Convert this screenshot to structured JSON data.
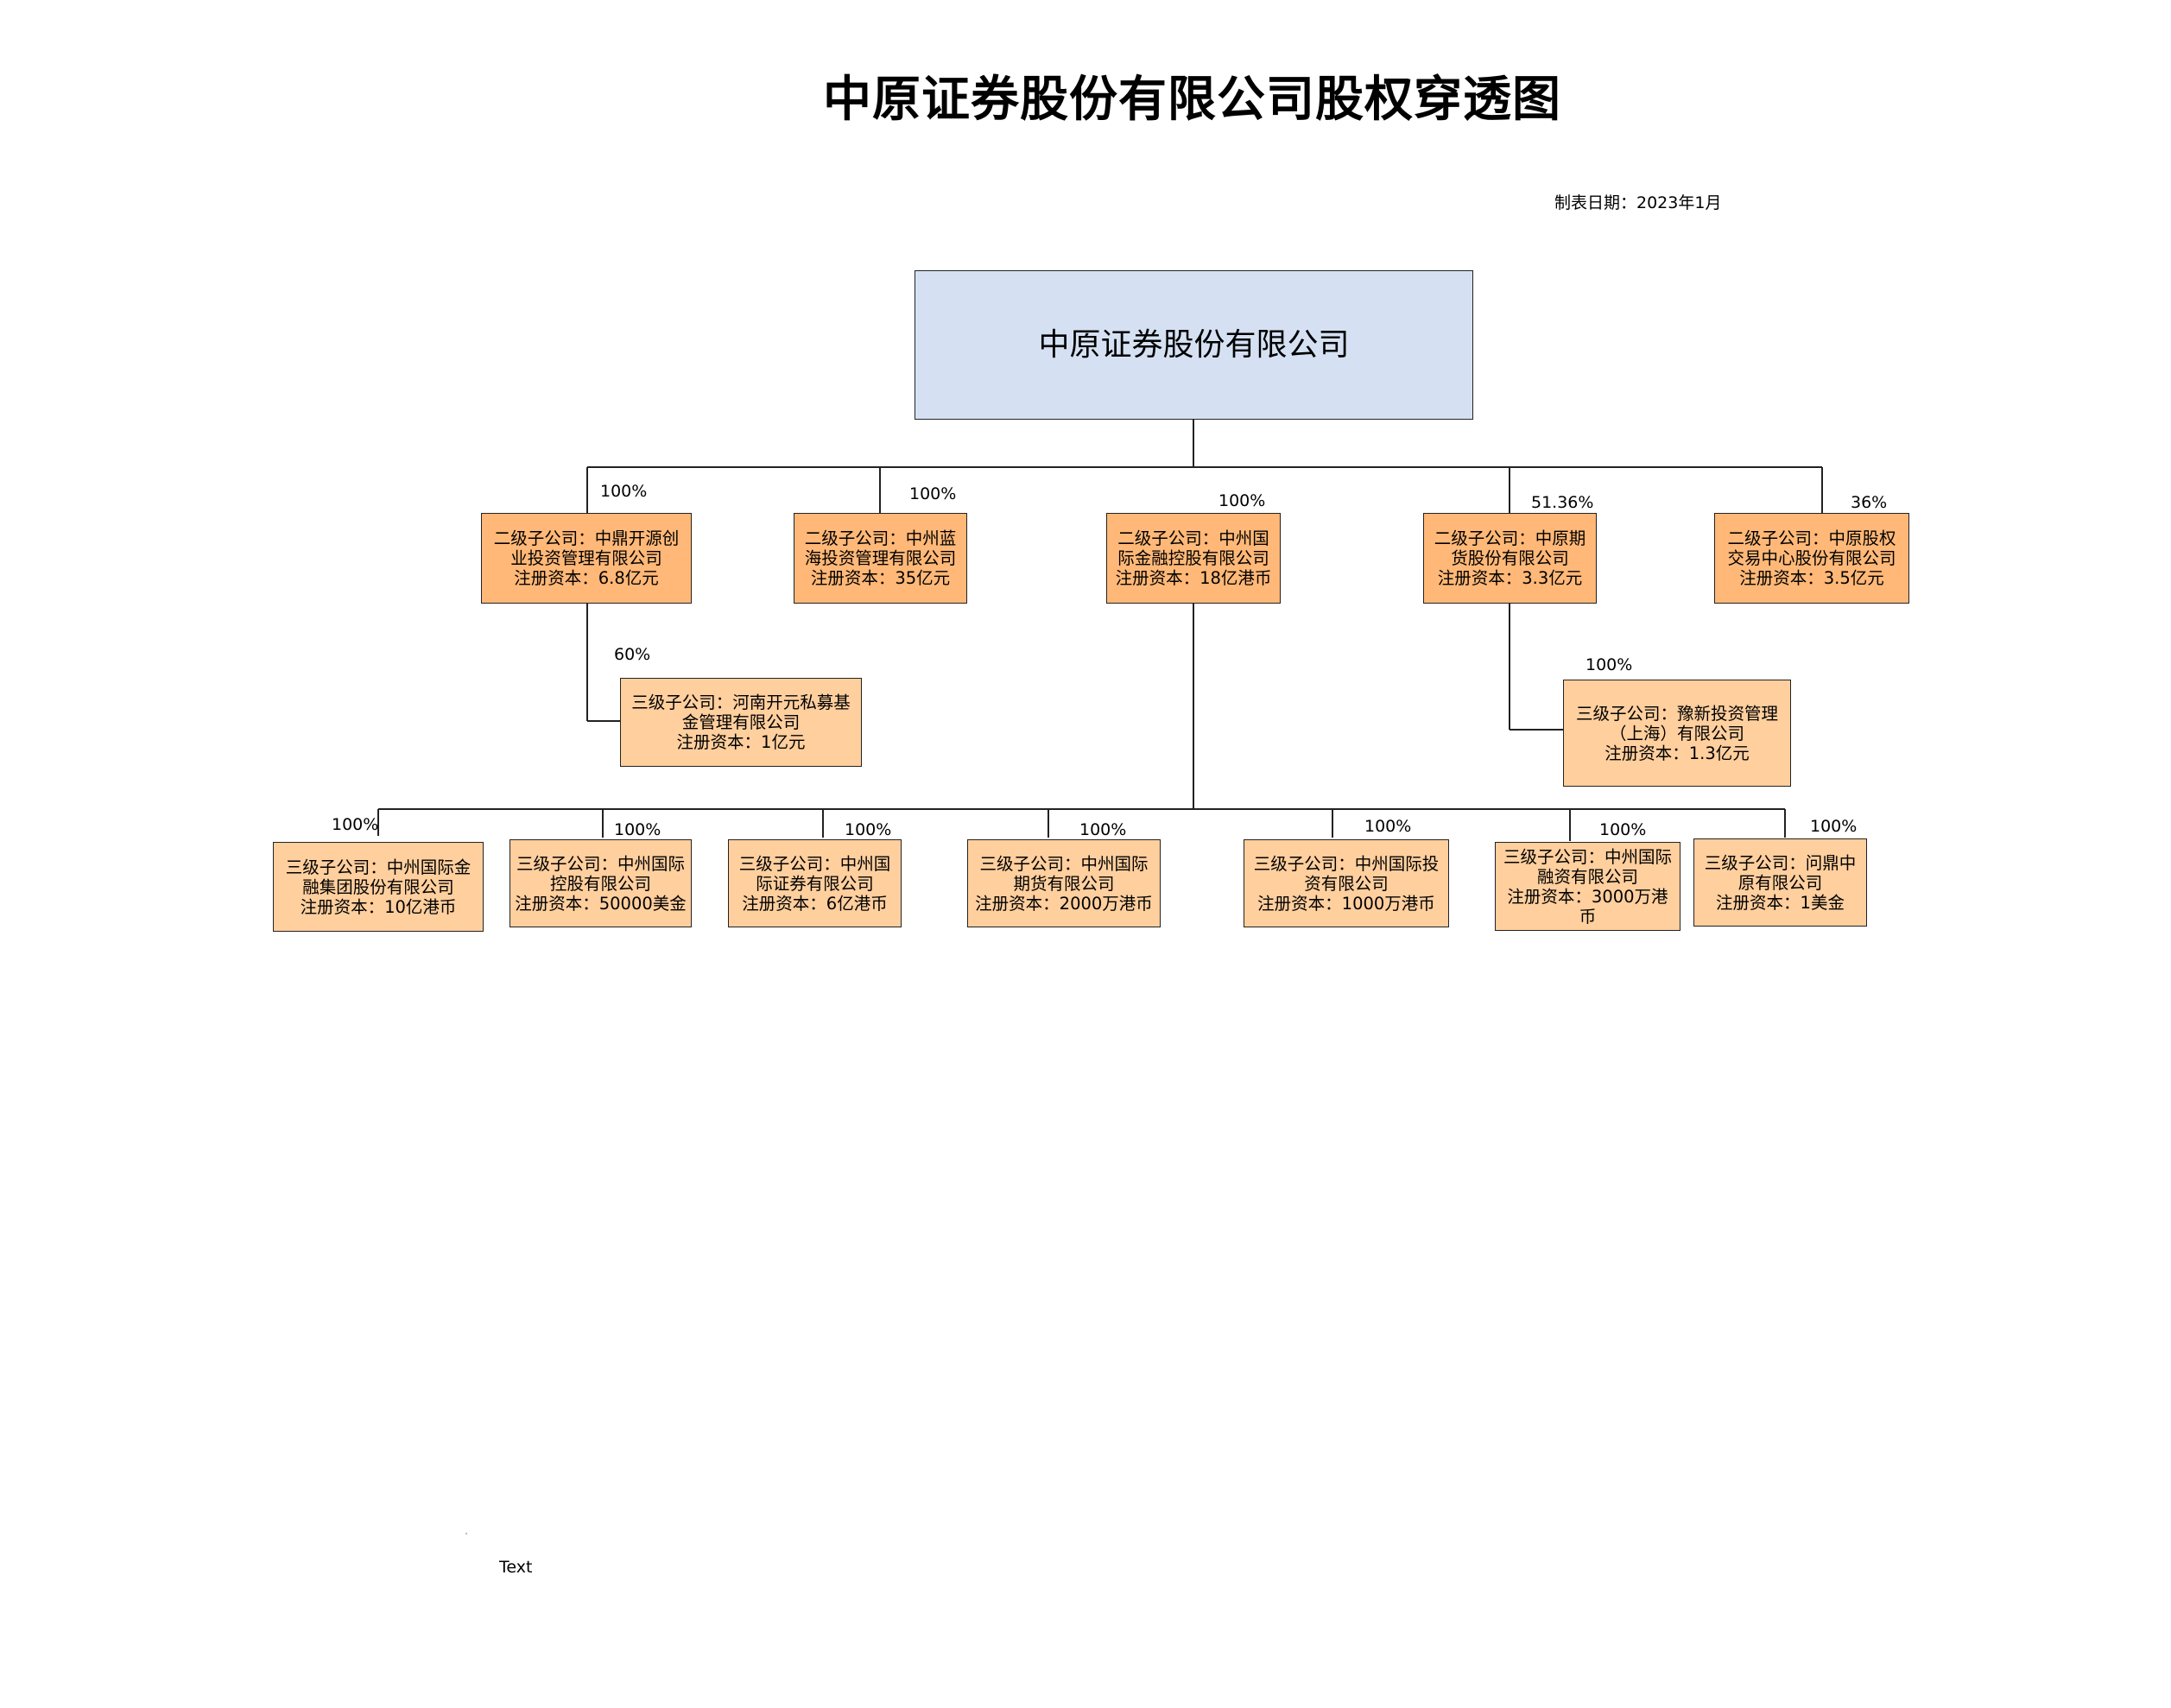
{
  "title": "中原证券股份有限公司股权穿透图",
  "date": "制表日期：2023年1月",
  "root": {
    "name": "中原证券股份有限公司"
  },
  "level2": [
    {
      "lines": [
        "二级子公司：中鼎开源创",
        "业投资管理有限公司",
        "注册资本：6.8亿元"
      ],
      "pct": "100%"
    },
    {
      "lines": [
        "二级子公司：中州蓝",
        "海投资管理有限公司",
        "注册资本：35亿元"
      ],
      "pct": "100%"
    },
    {
      "lines": [
        "二级子公司：中州国",
        "际金融控股有限公司",
        "注册资本：18亿港币"
      ],
      "pct": "100%"
    },
    {
      "lines": [
        "二级子公司：中原期",
        "货股份有限公司",
        "注册资本：3.3亿元"
      ],
      "pct": "51.36%"
    },
    {
      "lines": [
        "二级子公司：中原股权",
        "交易中心股份有限公司",
        "注册资本：3.5亿元"
      ],
      "pct": "36%"
    }
  ],
  "level3_side": [
    {
      "lines": [
        "三级子公司：河南开元私募基",
        "金管理有限公司",
        "注册资本：1亿元"
      ],
      "pct": "60%"
    },
    {
      "lines": [
        "三级子公司：豫新投资管理",
        "（上海）有限公司",
        "注册资本：1.3亿元"
      ],
      "pct": "100%"
    }
  ],
  "level3_bottom": [
    {
      "lines": [
        "三级子公司：中州国际金",
        "融集团股份有限公司",
        "注册资本：10亿港币"
      ],
      "pct": "100%"
    },
    {
      "lines": [
        "三级子公司：中州国际",
        "控股有限公司",
        "注册资本：50000美金"
      ],
      "pct": "100%"
    },
    {
      "lines": [
        "三级子公司：中州国",
        "际证券有限公司",
        "注册资本：6亿港币"
      ],
      "pct": "100%"
    },
    {
      "lines": [
        "三级子公司：中州国际",
        "期货有限公司",
        "注册资本：2000万港币"
      ],
      "pct": "100%"
    },
    {
      "lines": [
        "三级子公司：中州国际投",
        "资有限公司",
        "注册资本：1000万港币"
      ],
      "pct": "100%"
    },
    {
      "lines": [
        "三级子公司：中州国际",
        "融资有限公司",
        "注册资本：3000万港币"
      ],
      "pct": "100%"
    },
    {
      "lines": [
        "三级子公司：问鼎中",
        "原有限公司",
        "注册资本：1美金"
      ],
      "pct": "100%"
    }
  ],
  "footer": {
    "text": "Text"
  },
  "colors": {
    "root_fill": "#d5e1f3",
    "level2_fill": "#ffb877",
    "level3_fill": "#ffcf9e",
    "border": "#222222"
  }
}
